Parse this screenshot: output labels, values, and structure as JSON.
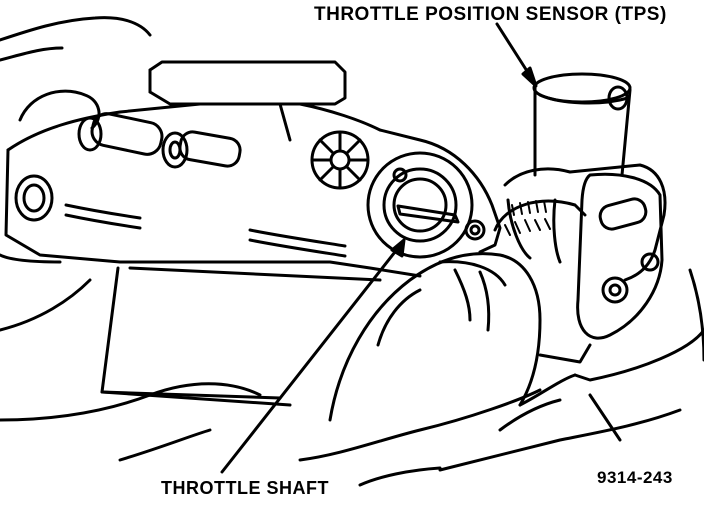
{
  "labels": {
    "tps": "THROTTLE POSITION SENSOR (TPS)",
    "shaft": "THROTTLE SHAFT",
    "figure_number": "9314-243"
  },
  "colors": {
    "ink": "#000000",
    "paper": "#ffffff"
  }
}
